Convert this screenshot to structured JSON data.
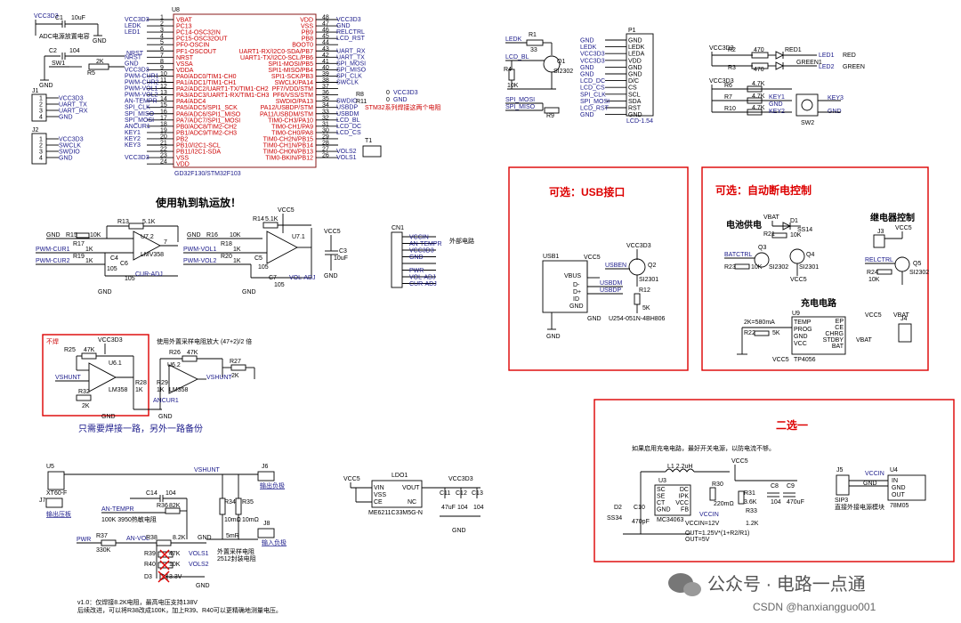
{
  "mcu": {
    "ref": "U8",
    "part": "GD32F130/STM32F103",
    "left_pins": [
      "VBAT",
      "PC13",
      "PC14-OSC32IN",
      "PC15-OSC32OUT",
      "PF0-OSCIN",
      "PF1-OSCOUT",
      "NRST",
      "VSSA",
      "VDDA",
      "PA0/ADC0/TIM1-CH0",
      "PA1/ADC1/TIM1-CH1",
      "PA2/ADC2/UART1-TX/TIM1-CH2",
      "PA3/ADC3/UART1-RX/TIM1-CH3",
      "PA4/ADC4",
      "PA5/ADC5/SPI1_SCK",
      "PA6/ADC6/SPI1_MISO",
      "PA7/ADC7/SPI1_MOSI",
      "PB0/ADC8/TIM2-CH2",
      "PB1/ADC9/TIM2-CH3",
      "PB2",
      "PB10/I2C1-SCL",
      "PB11/I2C1-SDA",
      "VSS",
      "VDD"
    ],
    "left_nums": [
      "1",
      "2",
      "3",
      "4",
      "5",
      "6",
      "7",
      "8",
      "9",
      "10",
      "11",
      "12",
      "13",
      "14",
      "15",
      "16",
      "17",
      "18",
      "19",
      "20",
      "21",
      "22",
      "23",
      "24"
    ],
    "right_pins": [
      "VDD",
      "VSS",
      "PB9",
      "PB8",
      "BOOT0",
      "UART1-RX/I2C0-SDA/PB7",
      "UART1-TX/I2C0-SCL/PB6",
      "SPI1-MOSI/PB5",
      "SPI1-MISO/PB4",
      "SPI1-SCK/PB3",
      "SWCLK/PA14",
      "PF7/VDD/STM",
      "PF6/VSS/STM",
      "SWDIO/PA13",
      "PA12/USBDP/STM",
      "PA11/USBDM/STM",
      "TIM0-CH3/PA10",
      "TIM0-CH1/PA9",
      "TIM0-CH0/PA8",
      "TIM0-CH2N/PB15",
      "TIM0-CH1N/PB14",
      "TIM0-CH0N/PB13",
      "TIM0-BKIN/PB12"
    ],
    "right_nums": [
      "48",
      "47",
      "46",
      "45",
      "44",
      "43",
      "42",
      "41",
      "40",
      "39",
      "38",
      "37",
      "36",
      "35",
      "34",
      "33",
      "32",
      "31",
      "30",
      "29",
      "28",
      "27",
      "26",
      "25"
    ],
    "left_nets": [
      "VCC3D3",
      "LEDK",
      "LED1",
      "",
      "",
      "",
      "NRST",
      "GND",
      "VCC3D3",
      "PWM-CUR1",
      "PWM-CUR2",
      "PWM-VOL1",
      "PWM-VOL2",
      "AN-TEMPR",
      "SPI_CLK",
      "SPI_MISO",
      "SPI_MOSI",
      "ANCUR1",
      "KEY1",
      "KEY2",
      "KEY3",
      "",
      "VCC3D3",
      ""
    ],
    "right_nets": [
      "VCC3D3",
      "GND",
      "RELCTRL",
      "LCD_RST",
      "",
      "UART_RX",
      "UART_TX",
      "SPI_MOSI",
      "SPI_MISO",
      "SPI_CLK",
      "SWCLK",
      "",
      "",
      "SWDIO",
      "USBDP",
      "USBDM",
      "LCD_BL",
      "LCD_DC",
      "LCD_CS",
      "",
      "",
      "VOLS2",
      "VOLS1"
    ],
    "note": "STM32系列焊接这两个电阻"
  },
  "top_left": {
    "vcc": "VCC3D3",
    "c1": "C1",
    "c1v": "10uF",
    "gnd": "GND",
    "adc_note": "ADC电源放置电容",
    "c2": "C2",
    "c2v": "104",
    "sw": "SW1",
    "r1": "R5",
    "r1v": "2K",
    "nrst": "NRST",
    "j1": "J1",
    "j1_pins": [
      "VCC3D3",
      "UART_TX",
      "UART_RX",
      "GND"
    ],
    "j1_nums": [
      "1",
      "2",
      "3",
      "4"
    ],
    "j2": "J2",
    "j2_pins": [
      "VCC3D3",
      "SWCLK",
      "SWDIO",
      "GND"
    ],
    "j2_nums": [
      "1",
      "2",
      "3",
      "4"
    ]
  },
  "lcd": {
    "ledk": "LEDK",
    "r1": "R1",
    "r1v": "33",
    "lcd_bl": "LCD_BL",
    "r4": "R4",
    "r4v": "10K",
    "q1": "Q1",
    "q1p": "SI2302",
    "spi_mosi": "SPI_MOSI",
    "spi_miso": "SPI_MISO",
    "r9": "R9",
    "p1": "P1",
    "p1_nets": [
      "GND",
      "LEDK",
      "LEDA",
      "VDD",
      "GND",
      "GND",
      "D/C",
      "CS",
      "SCL",
      "SDA",
      "RST",
      "GND"
    ],
    "p1_pins": [
      "GND",
      "LEDK",
      "LEDA",
      "VDD",
      "GND",
      "GND",
      "D/C",
      "CS",
      "SCL",
      "SDA",
      "RST",
      "GND"
    ],
    "p1_left": [
      "GND",
      "LEDK",
      "VCC3D3",
      "VCC3D3",
      "GND",
      "GND",
      "LCD_DC",
      "LCD_CS",
      "SPI_CLK",
      "SPI_MOSI",
      "LCD_RST",
      "GND"
    ],
    "part": "LCD-1.54"
  },
  "leds": {
    "vcc": "VCC3D3",
    "r2": "R2",
    "r3": "R3",
    "rv": "470",
    "red": "RED1",
    "green": "GREEN1",
    "led1": "LED1",
    "led2": "LED2",
    "red_l": "RED",
    "green_l": "GREEN",
    "vcc2": "VCC3D3",
    "r6": "R6",
    "r7": "R7",
    "r10": "R10",
    "r47": "4.7K",
    "keys": [
      "KEY1",
      "KEY2",
      "KEY3"
    ],
    "sw": "SW2",
    "gnd": "GND"
  },
  "opamp1": {
    "title": "使用轨到轨运放！",
    "gnd": "GND",
    "r15": "R15",
    "r10k": "10K",
    "r13": "R13",
    "r51k": "5.1K",
    "r17": "R17",
    "r1k": "1K",
    "r19": "R19",
    "pwm1": "PWM-CUR1",
    "pwm2": "PWM-CUR2",
    "u7": "U7.2",
    "lmv": "LMV358",
    "c4": "C4",
    "c6": "C6",
    "cv": "105",
    "cur_adj": "CUR-ADJ",
    "pin": "7"
  },
  "opamp2": {
    "vcc": "VCC5",
    "r14": "R14",
    "r16": "R16",
    "r18": "R18",
    "r20": "R20",
    "pwm1": "PWM-VOL1",
    "pwm2": "PWM-VOL2",
    "u7": "U7.1",
    "c5": "C5",
    "c7": "C7",
    "vol_adj": "VOL-ADJ",
    "c3": "C3",
    "c3v": "10uF",
    "vcc5": "VCC5",
    "gnd": "GND"
  },
  "cn1": {
    "ref": "CN1",
    "pins": [
      "VCCIN",
      "AN-TEMPR",
      "VCC3D3",
      "GND",
      "",
      "PWR",
      "VOL-ADJ",
      "CUR-ADJ"
    ],
    "note": "外部电路"
  },
  "cur_amp": {
    "nosolder": "不焊",
    "vcc": "VCC3D3",
    "r25": "R25",
    "r47k": "47K",
    "u61": "U6.1",
    "lm358": "LM358",
    "vshunt": "VSHUNT",
    "r32": "R32",
    "r2k": "2K",
    "r28": "R28",
    "r1k": "1K",
    "gnd": "GND",
    "note": "使用外置采样电阻放大 (47+2)/2 倍",
    "r26": "R26",
    "u62": "U6.2",
    "r27": "R27",
    "r29": "R29",
    "ancur": "ANCUR1",
    "tip": "只需要焊接一路，另外一路备份"
  },
  "usb": {
    "title": "可选：USB接口",
    "usb1": "USB1",
    "vcc5": "VCC5",
    "vbus": "VBUS",
    "dm": "D-",
    "dp": "D+",
    "id": "ID",
    "gnd": "GND",
    "usbdm": "USBDM",
    "usbdp": "USBDP",
    "usben": "USBEN",
    "q2": "Q2",
    "si": "SI2301",
    "r12": "R12",
    "r5k": "5K",
    "vcc3": "VCC3D3",
    "part": "U254-051N-4BH806"
  },
  "autooff": {
    "title": "可选：自动断电控制",
    "battery": "电池供电",
    "relay": "继电器控制",
    "vbat": "VBAT",
    "d1": "D1",
    "ss14": "SS14",
    "r21": "R21",
    "r10k": "10K",
    "batctrl": "BATCTRL",
    "r23": "R23",
    "q3": "Q3",
    "q4": "Q4",
    "si2302": "SI2302",
    "si2301": "SI2301",
    "vcc5": "VCC5",
    "j3": "J3",
    "relctrl": "RELCTRL",
    "r24": "R24",
    "q5": "Q5",
    "charge": "充电电路",
    "u9": "U9",
    "tp": "TP4056",
    "prog": "2K=580mA",
    "r22": "R22",
    "j4": "J4",
    "pins": [
      "TEMP",
      "PROG",
      "GND",
      "VCC",
      "EP",
      "CE",
      "CHRG",
      "STDBY",
      "BAT"
    ]
  },
  "boost": {
    "title": "二选一",
    "note": "如果启用充电电路，最好开关电源，以防电流不够。",
    "l1": "L1 2.2uH",
    "u3": "U3",
    "vcc5": "VCC5",
    "part": "MC34063",
    "pins_l": [
      "SC",
      "SE",
      "CT",
      "GND"
    ],
    "pins_r": [
      "DC",
      "IPK",
      "VCC",
      "FB"
    ],
    "r30": "R30",
    "r30v": "220mΩ",
    "r31": "R31",
    "r31v": "3.6K",
    "r33": "R33",
    "r33v": "1.2K",
    "c8": "C8",
    "c9": "C9",
    "c9v": "470uF",
    "c104": "104",
    "c10": "C10",
    "c10v": "470pF",
    "d2": "D2",
    "ss34": "SS34",
    "vccin": "VCCIN",
    "formula1": "VCCIN=12V",
    "formula2": "OUT=1.25V*(1+R2/R1)",
    "formula3": "OUT=5V",
    "j5": "J5",
    "sip": "SIP3",
    "sip_note": "直接外接电源模块",
    "u4": "U4",
    "u4p": "78M05",
    "u4pins": [
      "IN",
      "GND",
      "OUT"
    ]
  },
  "bottom": {
    "u5": "U5",
    "xt": "XT60-F",
    "j7": "J7",
    "in_term": "输出压板",
    "vshunt": "VSHUNT",
    "j6": "J6",
    "out_term": "输出负极",
    "c14": "C14",
    "c14v": "104",
    "an_tempr": "AN-TEMPR",
    "r36": "R36",
    "r36v": "82K",
    "ntc": "100K 3950热敏电阻",
    "r34": "R34",
    "r35": "R35",
    "r10m": "10mΩ",
    "r5m": "5mR",
    "shunt_note": "外置采样电阻",
    "shunt_note2": "2512封装电阻",
    "j8": "J8",
    "in_neg": "输入负极",
    "pwr": "PWR",
    "r37": "R37",
    "r37v": "330K",
    "an_vol": "AN-VOL",
    "r38": "R38",
    "r38v": "8.2K",
    "r39": "R39",
    "r39v": "47K",
    "r40": "R40",
    "r40v": "10K",
    "d3": "D3",
    "d3v": "3.3V",
    "vols1": "VOLS1",
    "vols2": "VOLS2",
    "gnd": "GND",
    "ldo": "LDO1",
    "ldo_part": "ME6211C33M5G-N",
    "ldo_pins": [
      "VIN",
      "VSS",
      "CE",
      "VOUT",
      "NC"
    ],
    "vcc5": "VCC5",
    "vcc3": "VCC3D3",
    "c11": "C11",
    "c12": "C12",
    "c13": "C13",
    "c47": "47uF",
    "cap104": "104",
    "v1": "v1.0：仅焊接8.2K电阻，最高电压支持138V",
    "v2": "后续改进，可以将R38改成100K，加上R39、R40可以更精确地测量电压。"
  },
  "watermark": {
    "wechat": "公众号 · 电路一点通",
    "csdn": "CSDN @hanxiangguo001"
  }
}
